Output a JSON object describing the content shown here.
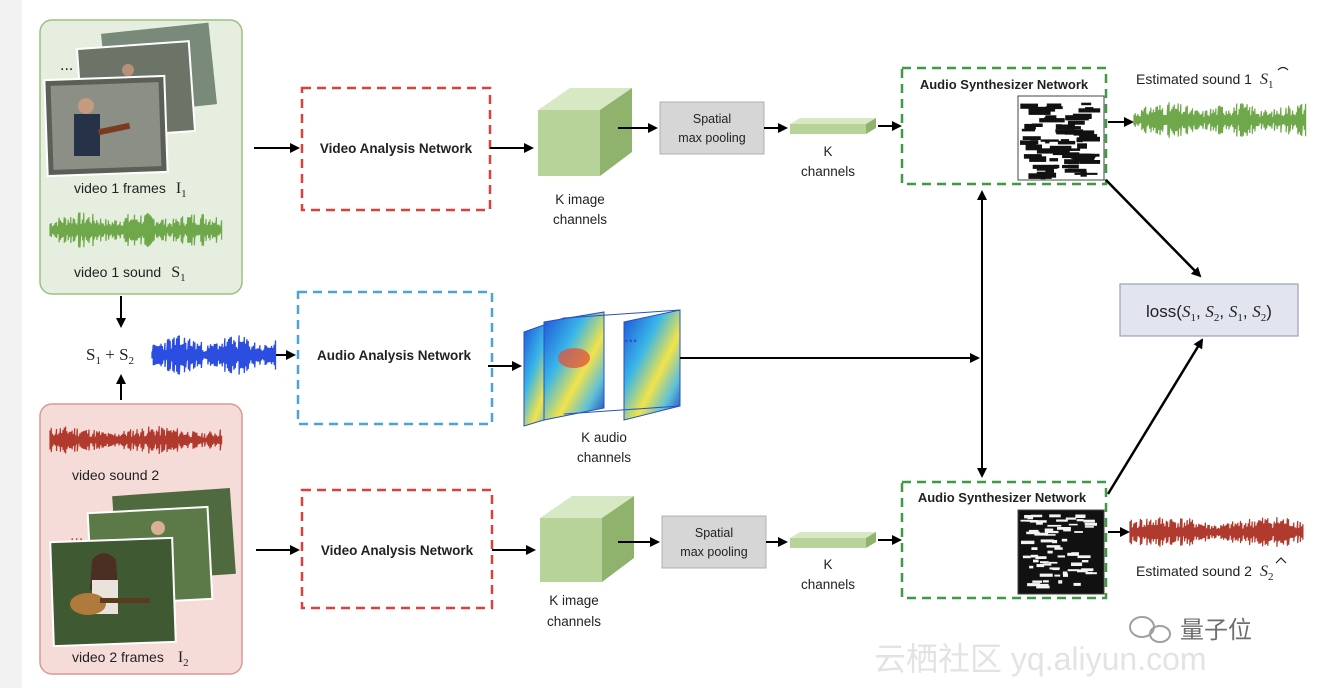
{
  "video1": {
    "frames_label": "video 1 frames",
    "frames_symbol": "I",
    "frames_sub": "1",
    "ellipsis": "...",
    "sound_label": "video 1 sound",
    "sound_symbol": "S",
    "sound_sub": "1",
    "waveform_color": "#6fa84a"
  },
  "video2": {
    "frames_label": "video 2 frames",
    "frames_symbol": "I",
    "frames_sub": "2",
    "ellipsis": "...",
    "sound_label": "video sound 2",
    "waveform_color": "#b03a2e"
  },
  "mix": {
    "s": "S",
    "sub1": "1",
    "plus": " + ",
    "sub2": "2",
    "waveform_color": "#2b4ee0"
  },
  "top_branch": {
    "network": "Video Analysis Network",
    "feature_label_1": "K image",
    "feature_label_2": "channels",
    "pool_1": "Spatial",
    "pool_2": "max pooling",
    "channels_1": "K",
    "channels_2": "channels",
    "synth": "Audio Synthesizer Network",
    "estimated": "Estimated sound 1",
    "est_symbol": "S",
    "est_sub": "1",
    "est_waveform_color": "#6fa84a"
  },
  "audio_branch": {
    "network": "Audio Analysis Network",
    "feature_label_1": "K audio",
    "feature_label_2": "channels",
    "ellipsis": "..."
  },
  "bottom_branch": {
    "network": "Video Analysis Network",
    "feature_label_1": "K image",
    "feature_label_2": "channels",
    "pool_1": "Spatial",
    "pool_2": "max pooling",
    "channels_1": "K",
    "channels_2": "channels",
    "synth": "Audio Synthesizer Network",
    "estimated": "Estimated sound 2",
    "est_symbol": "S",
    "est_sub": "2",
    "est_waveform_color": "#b03a2e"
  },
  "loss": {
    "prefix": "loss(",
    "s": "S",
    "sub1": "1",
    "sep": ", ",
    "sub2": "2",
    "suffix": ")"
  },
  "watermark": {
    "brand": "量子位",
    "site": "云栖社区 yq.aliyun.com"
  },
  "colors": {
    "green_dash": "#3f9a45",
    "red_dash": "#d9413a",
    "blue_dash": "#4aa3d9",
    "cube_front": "#b8d39a",
    "cube_top": "#d7e8c4",
    "cube_side": "#8fb36c",
    "pool_fill": "#d6d6d6",
    "loss_fill": "#e2e4ef"
  }
}
